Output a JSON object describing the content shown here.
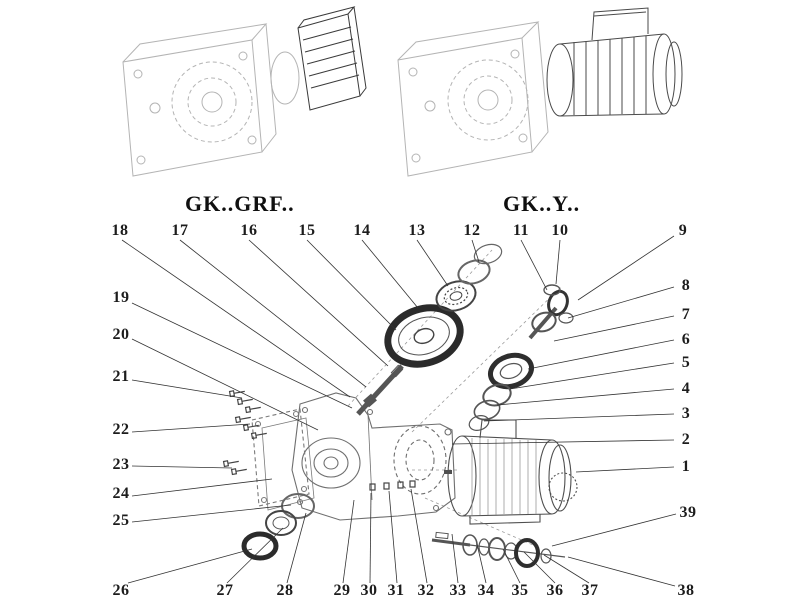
{
  "diagram": {
    "titles": [
      {
        "label": "GK..GRF.."
      },
      {
        "label": "GK..Y.."
      }
    ],
    "callouts": [
      "1",
      "2",
      "3",
      "4",
      "5",
      "6",
      "7",
      "8",
      "9",
      "10",
      "11",
      "12",
      "13",
      "14",
      "15",
      "16",
      "17",
      "18",
      "19",
      "20",
      "21",
      "22",
      "23",
      "24",
      "25",
      "26",
      "27",
      "28",
      "29",
      "30",
      "31",
      "32",
      "33",
      "34",
      "35",
      "36",
      "37",
      "38",
      "39"
    ],
    "colors": {
      "background": "#ffffff",
      "faint_line": "#b4b4b4",
      "dark_line": "#2b2b2b",
      "callout_text": "#1c1c1c"
    }
  }
}
